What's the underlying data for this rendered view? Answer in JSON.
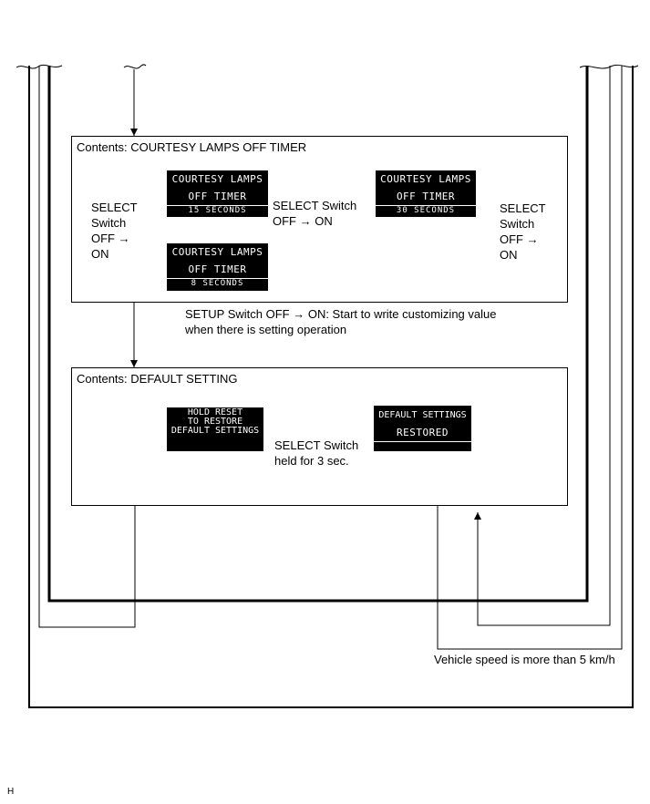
{
  "courtesy_box": {
    "title": "Contents: COURTESY LAMPS OFF TIMER",
    "screen_15": {
      "line1": "COURTESY LAMPS",
      "line2": "OFF TIMER",
      "value": "15 SECONDS"
    },
    "screen_30": {
      "line1": "COURTESY LAMPS",
      "line2": "OFF TIMER",
      "value": "30 SECONDS"
    },
    "screen_8": {
      "line1": "COURTESY LAMPS",
      "line2": "OFF TIMER",
      "value": "8 SECONDS"
    },
    "select_left": [
      "SELECT",
      "Switch",
      "OFF →",
      "ON"
    ],
    "select_middle": [
      "SELECT Switch",
      "OFF → ON"
    ],
    "select_right": [
      "SELECT",
      "Switch",
      "OFF →",
      "ON"
    ]
  },
  "setup_note": [
    "SETUP Switch OFF → ON: Start to write customizing value",
    "when there is setting operation"
  ],
  "default_box": {
    "title": "Contents: DEFAULT SETTING",
    "hold_screen": {
      "line1": "HOLD  RESET",
      "line2": "TO RESTORE",
      "line3": "DEFAULT SETTINGS"
    },
    "restored_screen": {
      "line1": "DEFAULT SETTINGS",
      "line2": "RESTORED"
    },
    "select_held": [
      "SELECT Switch",
      "held for 3 sec."
    ]
  },
  "speed_note": "Vehicle speed is more than 5 km/h",
  "ref_mark": "H",
  "colors": {
    "line": "#000000",
    "screen_bg": "#000000",
    "screen_text": "#ffffff",
    "background": "#ffffff"
  }
}
